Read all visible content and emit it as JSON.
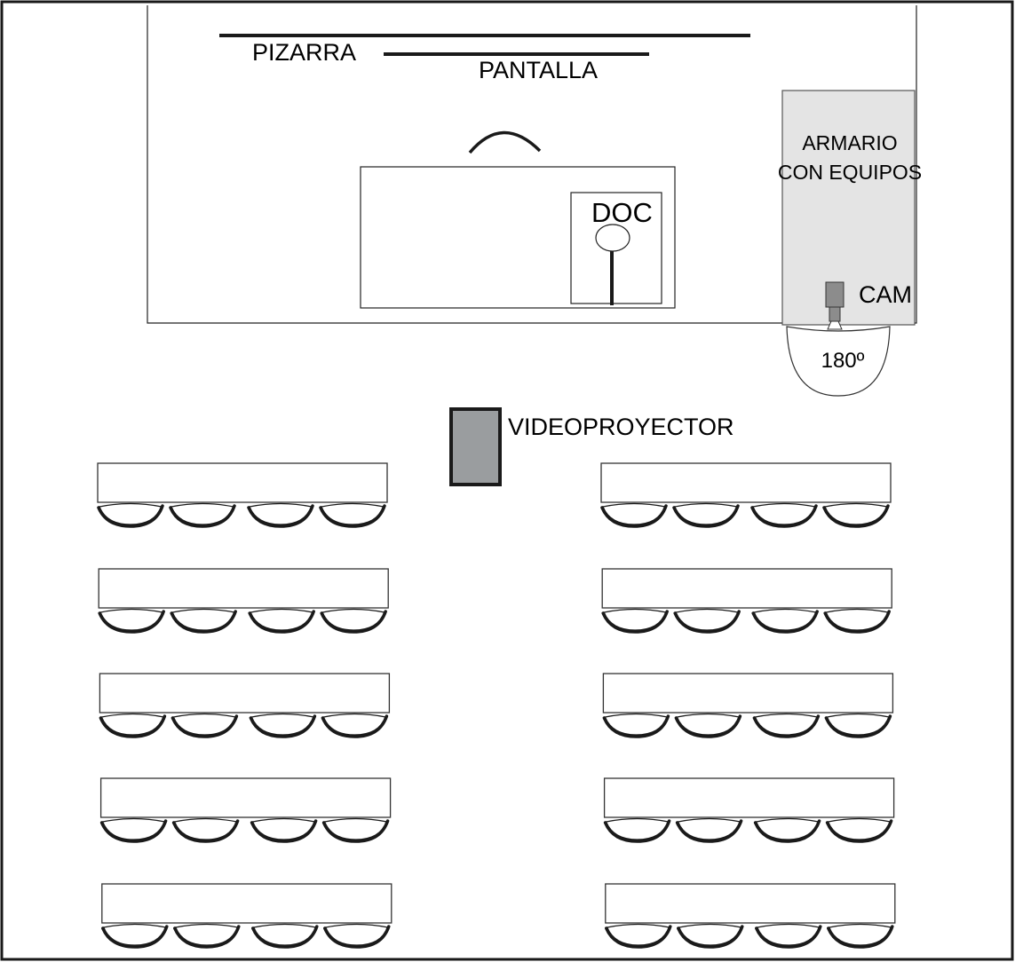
{
  "labels": {
    "pizarra": "PIZARRA",
    "pantalla": "PANTALLA",
    "doc": "DOC",
    "armario_line1": "ARMARIO",
    "armario_line2": "CON EQUIPOS",
    "cam": "CAM",
    "angle": "180º",
    "videoproyector": "VIDEOPROYECTOR"
  },
  "colors": {
    "cabinet_fill": "#e4e4e4",
    "projector_fill": "#9a9d9f",
    "camera_fill": "#8c8c8c",
    "line": "#1a1a1a"
  },
  "layout_counts": {
    "desk_rows": 5,
    "desk_columns": 2,
    "seats_per_desk": 4
  }
}
